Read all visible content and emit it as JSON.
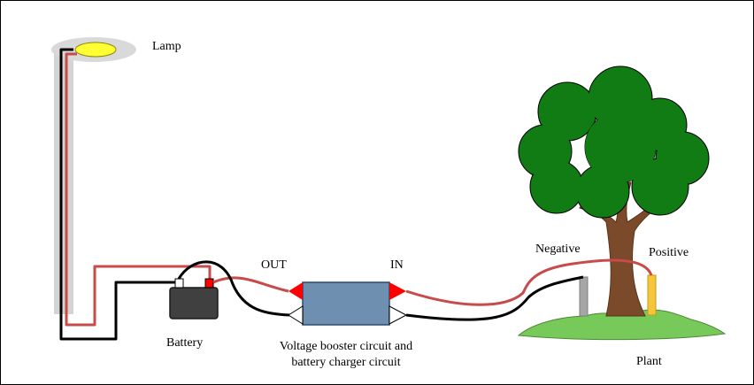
{
  "labels": {
    "lamp": "Lamp",
    "battery": "Battery",
    "out": "OUT",
    "in": "IN",
    "converter_line1": "Voltage booster circuit and",
    "converter_line2": "battery charger circuit",
    "negative": "Negative",
    "positive": "Positive",
    "plant": "Plant"
  },
  "colors": {
    "wire_red": "#c94a4a",
    "wire_black": "#000000",
    "pole": "#d4d4d4",
    "lamp_housing": "#d9d9d9",
    "lamp_bulb": "#ffff33",
    "battery_body": "#404040",
    "battery_terminal_positive": "#ff0000",
    "converter_box": "#6f8fb0",
    "terminal_out_in": "#ff0000",
    "tree_foliage": "#117c13",
    "tree_trunk": "#7a4a2a",
    "ground": "#77c95a",
    "electrode_negative": "#a6a6a6",
    "electrode_positive": "#f5c53a"
  }
}
